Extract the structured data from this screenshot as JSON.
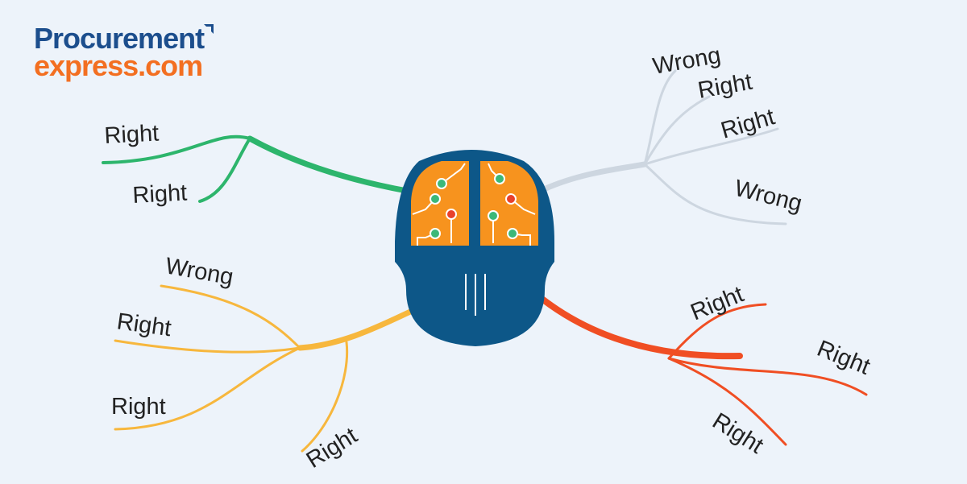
{
  "logo": {
    "line1": "Procurement",
    "line2": "express.com"
  },
  "colors": {
    "background": "#edf3fa",
    "head": "#0d5788",
    "brain": "#f7931e",
    "node_ok": "#3cb878",
    "node_bad": "#e8412c",
    "branch_green": "#2db56c",
    "branch_gray": "#cdd6e0",
    "branch_yellow": "#f7b73d",
    "branch_red": "#f04e23"
  },
  "branches": {
    "top_left": {
      "labels": [
        "Right",
        "Right"
      ]
    },
    "top_right": {
      "labels": [
        "Wrong",
        "Right",
        "Right",
        "Wrong"
      ]
    },
    "bottom_left": {
      "labels": [
        "Wrong",
        "Right",
        "Right",
        "Right"
      ]
    },
    "bottom_right": {
      "labels": [
        "Right",
        "Right",
        "Right"
      ]
    }
  }
}
